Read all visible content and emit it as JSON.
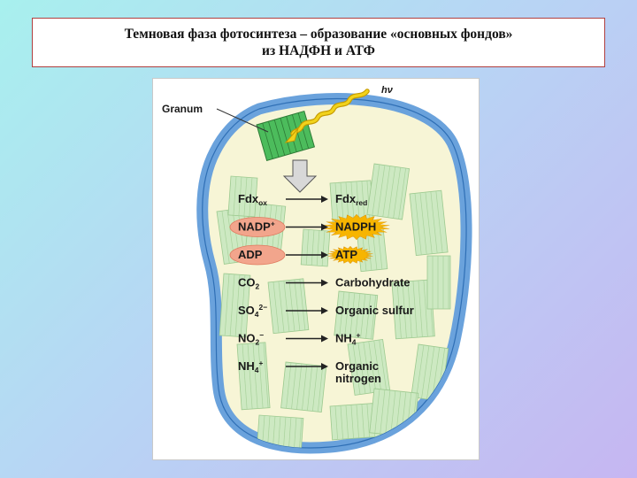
{
  "title": {
    "line1": "Темновая фаза фотосинтеза – образование «основных фондов»",
    "line2": "из НАДФН и АТФ"
  },
  "diagram": {
    "granum_label": "Granum",
    "light_label": "hν",
    "reactions": [
      {
        "from": "Fdx",
        "from_sub": "ox",
        "to": "Fdx",
        "to_sub": "red",
        "from_style": "plain",
        "to_style": "plain"
      },
      {
        "from": "NADP",
        "from_sup": "+",
        "to": "NADPH",
        "from_style": "oval",
        "to_style": "star"
      },
      {
        "from": "ADP",
        "to": "ATP",
        "from_style": "oval",
        "to_style": "star"
      },
      {
        "from": "CO",
        "from_sub": "2",
        "to": "Carbohydrate",
        "from_style": "plain",
        "to_style": "plain"
      },
      {
        "from": "SO",
        "from_sub": "4",
        "from_sup": "2−",
        "to": "Organic sulfur",
        "from_style": "plain",
        "to_style": "plain"
      },
      {
        "from": "NO",
        "from_sub": "2",
        "from_sup": "−",
        "to": "NH",
        "to_sub": "4",
        "to_sup": "+",
        "from_style": "plain",
        "to_style": "plain"
      },
      {
        "from": "NH",
        "from_sub": "4",
        "from_sup": "+",
        "to": "Organic",
        "to_line2": "nitrogen",
        "from_style": "plain",
        "to_style": "plain"
      }
    ],
    "colors": {
      "outer_membrane": "#6aa2dc",
      "stroma": "#f7f5d6",
      "thylakoid": "#cde9c2",
      "granum_highlight": "#4cbc5c",
      "oval_fill": "#f2a58c",
      "star_fill": "#f7b500",
      "light_wave": "#f1d21b"
    }
  }
}
